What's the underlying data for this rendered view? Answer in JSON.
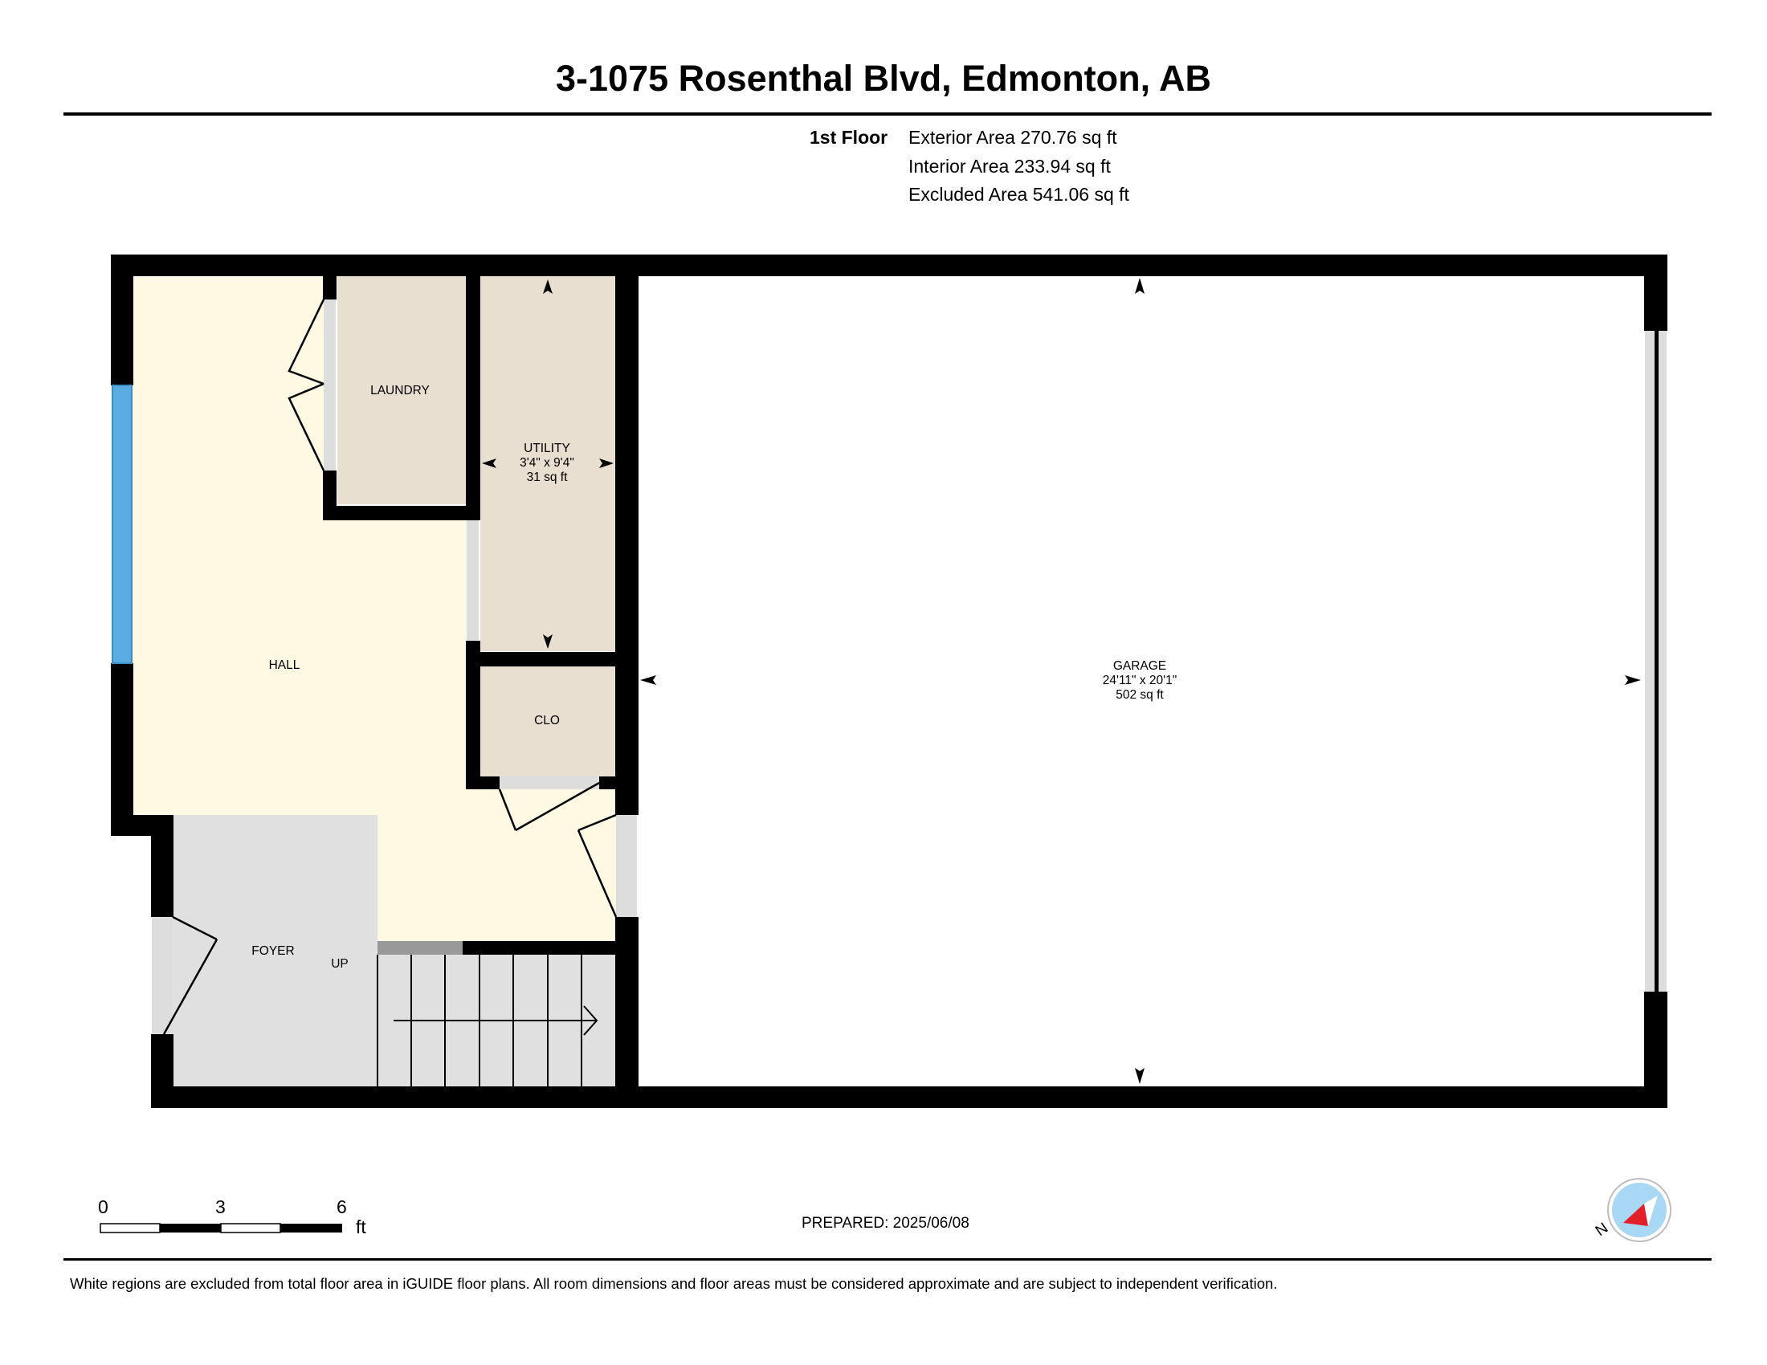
{
  "header": {
    "title": "3-1075 Rosenthal Blvd, Edmonton, AB",
    "floor_label": "1st Floor",
    "areas": {
      "exterior": "Exterior Area 270.76 sq ft",
      "interior": "Interior Area 233.94 sq ft",
      "excluded": "Excluded Area 541.06 sq ft"
    }
  },
  "rooms": {
    "laundry": {
      "name": "LAUNDRY"
    },
    "utility": {
      "name": "UTILITY",
      "dims": "3'4\" x 9'4\"",
      "area": "31 sq ft"
    },
    "hall": {
      "name": "HALL"
    },
    "clo": {
      "name": "CLO"
    },
    "foyer": {
      "name": "FOYER"
    },
    "stairs": {
      "label": "UP"
    },
    "garage": {
      "name": "GARAGE",
      "dims": "24'11\" x 20'1\"",
      "area": "502 sq ft"
    }
  },
  "colors": {
    "wall": "#000000",
    "hall_fill": "#fef9e3",
    "service_fill": "#e8dfd1",
    "foyer_fill": "#e0e0e0",
    "window": "#5aade0",
    "compass_accent": "#e3202a"
  },
  "scale_bar": {
    "labels": [
      "0",
      "3",
      "6"
    ],
    "unit": "ft"
  },
  "prepared": "PREPARED: 2025/06/08",
  "compass": {
    "label": "N",
    "icon": "compass-icon"
  },
  "footnote": "White regions are excluded from total floor area in iGUIDE floor plans. All room dimensions and floor areas must be considered approximate and are subject to independent verification."
}
